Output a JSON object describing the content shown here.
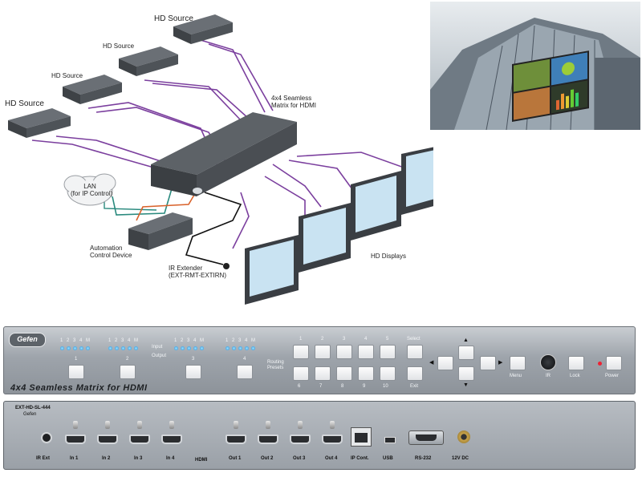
{
  "diagram": {
    "sources": [
      "HD Source",
      "HD Source",
      "HD Source",
      "HD Source"
    ],
    "matrix_label": "4x4 Seamless\nMatrix for HDMI",
    "lan_label": "LAN\n(for IP Control)",
    "automation_label": "Automation\nControl Device",
    "ir_label": "IR Extender\n(EXT-RMT-EXTIRN)",
    "displays_label": "HD Displays",
    "colors": {
      "hdmi_cable": "#7b3f9e",
      "lan_cable": "#2a8a7e",
      "lan_cable2": "#d9622b",
      "ir_cable": "#111111"
    }
  },
  "front_panel": {
    "brand": "Gefen",
    "title": "4x4 Seamless Matrix for HDMI",
    "led_labels": [
      "1",
      "2",
      "3",
      "4",
      "M"
    ],
    "input_label": "Input",
    "output_label": "Output",
    "output_numbers": [
      "1",
      "2",
      "3",
      "4"
    ],
    "routing_label": "Routing\nPresets",
    "preset_top": [
      "1",
      "2",
      "3",
      "4",
      "5"
    ],
    "preset_bottom": [
      "6",
      "7",
      "8",
      "9",
      "10"
    ],
    "select_label": "Select",
    "exit_label": "Exit",
    "menu_label": "Menu",
    "ir_label": "IR",
    "lock_label": "Lock",
    "power_label": "Power"
  },
  "rear_panel": {
    "model": "EXT-HD-SL-444",
    "brand": "Gefen",
    "ports": {
      "ir_ext": "IR Ext",
      "inputs": [
        "In 1",
        "In 2",
        "In 3",
        "In 4"
      ],
      "hdmi": "HDMI",
      "outputs": [
        "Out 1",
        "Out 2",
        "Out 3",
        "Out 4"
      ],
      "ip": "IP Cont.",
      "usb": "USB",
      "rs232": "RS-232",
      "dc": "12V DC"
    }
  }
}
